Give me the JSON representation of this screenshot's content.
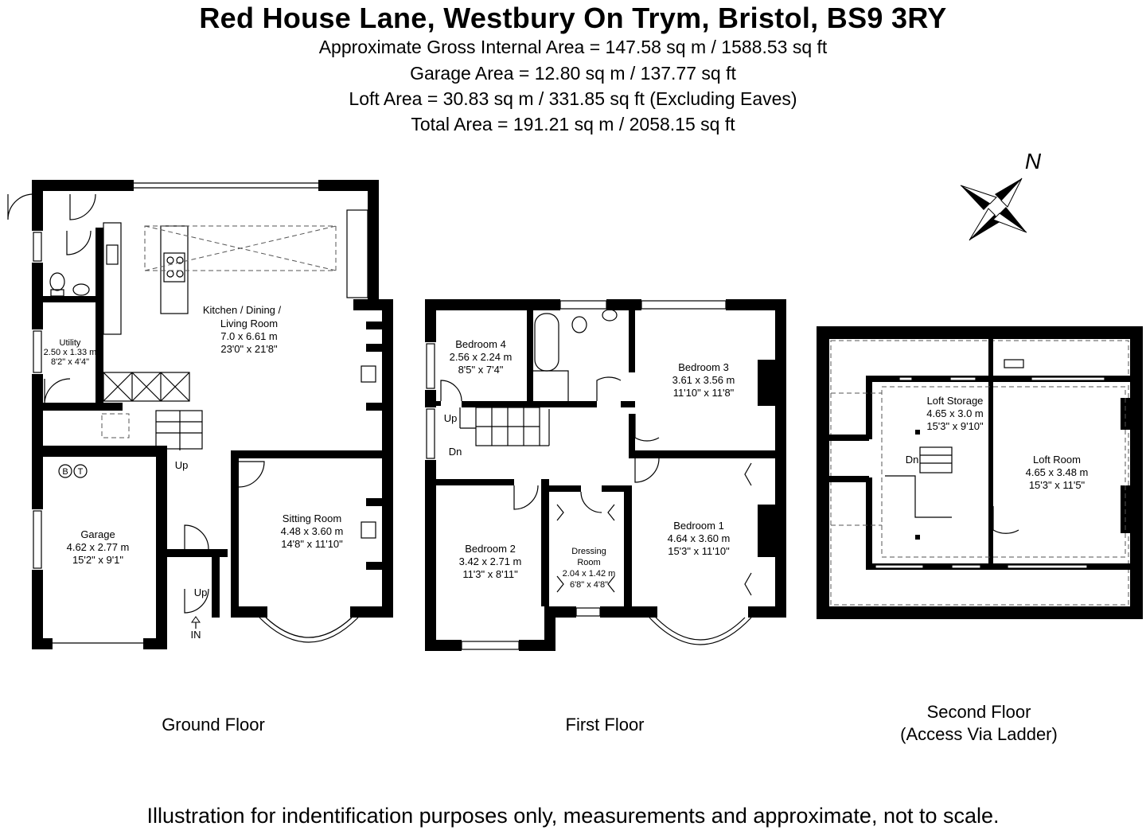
{
  "header": {
    "title": "Red House Lane, Westbury On Trym, Bristol, BS9 3RY",
    "areas": [
      "Approximate Gross Internal Area = 147.58 sq m / 1588.53 sq ft",
      "Garage Area = 12.80 sq m / 137.77 sq ft",
      "Loft Area = 30.83 sq m / 331.85 sq ft (Excluding Eaves)",
      "Total Area = 191.21 sq m / 2058.15 sq ft"
    ]
  },
  "compass": {
    "label": "N"
  },
  "ground": {
    "label": "Ground Floor",
    "kitchen": {
      "name1": "Kitchen / Dining /",
      "name2": "Living Room",
      "m": "7.0 x 6.61 m",
      "ft": "23'0\" x 21'8\""
    },
    "utility": {
      "name": "Utility",
      "m": "2.50 x 1.33 m",
      "ft": "8'2\" x 4'4\""
    },
    "garage": {
      "name": "Garage",
      "m": "4.62 x 2.77 m",
      "ft": "15'2\" x 9'1\""
    },
    "sitting": {
      "name": "Sitting Room",
      "m": "4.48 x 3.60 m",
      "ft": "14'8\" x 11'10\""
    },
    "up1": "Up",
    "up2": "Up",
    "in": "IN",
    "b": "B",
    "t": "T"
  },
  "first": {
    "label": "First Floor",
    "bed4": {
      "name": "Bedroom 4",
      "m": "2.56 x 2.24 m",
      "ft": "8'5\" x 7'4\""
    },
    "bed3": {
      "name": "Bedroom 3",
      "m": "3.61 x 3.56 m",
      "ft": "11'10\" x 11'8\""
    },
    "bed2": {
      "name": "Bedroom 2",
      "m": "3.42 x 2.71 m",
      "ft": "11'3\" x 8'11\""
    },
    "bed1": {
      "name": "Bedroom 1",
      "m": "4.64 x 3.60 m",
      "ft": "15'3\" x 11'10\""
    },
    "dressing": {
      "name1": "Dressing",
      "name2": "Room",
      "m": "2.04 x 1.42 m",
      "ft": "6'8\" x 4'8\""
    },
    "up": "Up",
    "dn": "Dn"
  },
  "second": {
    "label1": "Second Floor",
    "label2": "(Access Via Ladder)",
    "storage": {
      "name": "Loft Storage",
      "m": "4.65 x 3.0 m",
      "ft": "15'3\" x 9'10\""
    },
    "loft": {
      "name": "Loft Room",
      "m": "4.65 x 3.48 m",
      "ft": "15'3\" x 11'5\""
    },
    "dn": "Dn"
  },
  "footer": "Illustration for indentification purposes only, measurements and approximate, not to scale."
}
